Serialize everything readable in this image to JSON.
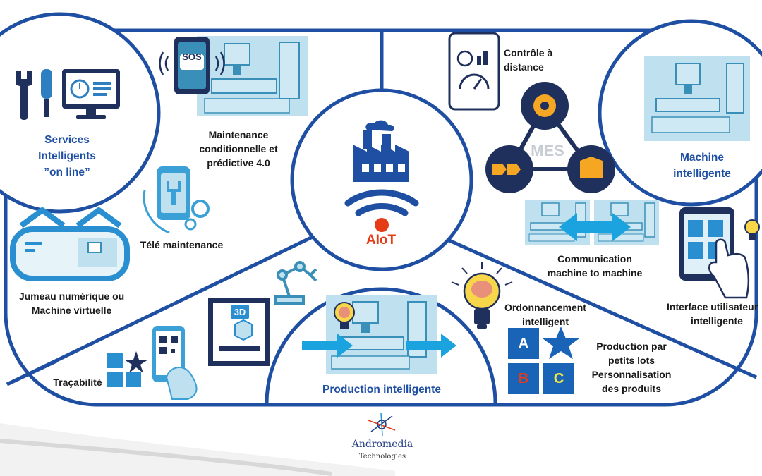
{
  "hub": {
    "label": "AIoT"
  },
  "services": {
    "line1": "Services",
    "line2": "Intelligents",
    "line3": "”on line”"
  },
  "maintenance": {
    "line1": "Maintenance",
    "line2": "conditionnelle et",
    "line3": "prédictive 4.0"
  },
  "sos": {
    "label": "SOS"
  },
  "tele": {
    "label": "Télé maintenance"
  },
  "jumeau": {
    "line1": "Jumeau numérique ou",
    "line2": "Machine virtuelle"
  },
  "tracabilite": {
    "label": "Traçabilité"
  },
  "printer": {
    "label": "3D"
  },
  "production": {
    "label": "Production intelligente"
  },
  "ordonnancement": {
    "line1": "Ordonnancement",
    "line2": "intelligent"
  },
  "lots": {
    "line1": "Production par",
    "line2": "petits lots",
    "line3": "Personnalisation",
    "line4": "des produits"
  },
  "cubes": {
    "a": "A",
    "b": "B",
    "c": "C"
  },
  "interface": {
    "line1": "Interface utilisateur",
    "line2": "intelligente"
  },
  "communication": {
    "line1": "Communication",
    "line2": "machine to machine"
  },
  "controle": {
    "line1": "Contrôle à",
    "line2": "distance"
  },
  "mes": {
    "label": "MES"
  },
  "machine": {
    "line1": "Machine",
    "line2": "intelligente"
  },
  "brand": {
    "name": "Andromedia",
    "sub": "Technologies"
  },
  "colors": {
    "frame": "#1f4fa3",
    "accent": "#e53b16",
    "icon_light": "#bfe1ef",
    "icon_dark": "#20305c",
    "arrow": "#1ba3e0",
    "gear": "#f5a623"
  }
}
